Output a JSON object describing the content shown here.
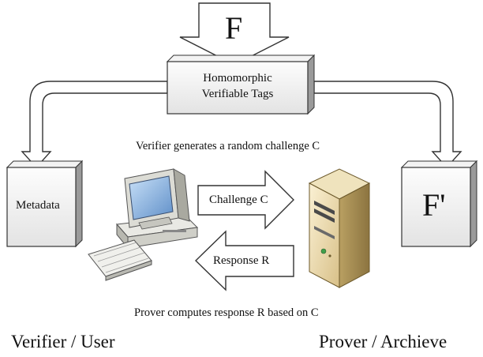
{
  "input_file": {
    "label": "F"
  },
  "tags_box": {
    "line1": "Homomorphic",
    "line2": "Verifiable Tags"
  },
  "metadata_box": {
    "label": "Metadata"
  },
  "prover_file_box": {
    "label": "F'"
  },
  "challenge_caption": "Verifier generates a random challenge C",
  "challenge_arrow": {
    "label": "Challenge C"
  },
  "response_arrow": {
    "label": "Response R"
  },
  "response_caption": "Prover computes response R based on C",
  "verifier_label": "Verifier / User",
  "prover_label": "Prover / Archieve"
}
